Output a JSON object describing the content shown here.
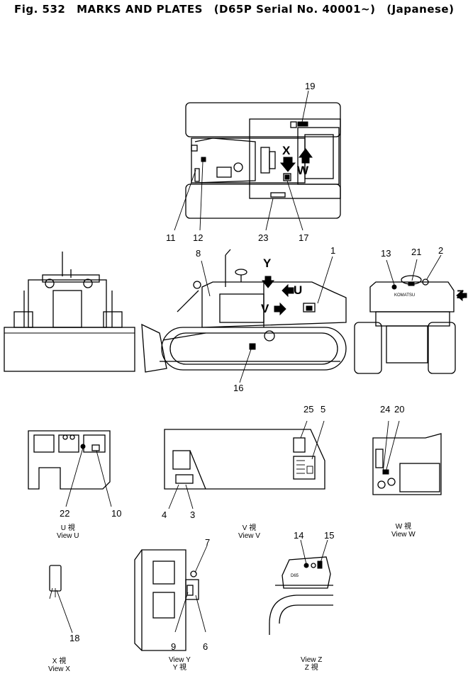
{
  "title": {
    "fig": "Fig. 532",
    "name": "MARKS AND PLATES",
    "serial": "(D65P Serial No. 40001~)",
    "lang": "(Japanese)"
  },
  "callouts": [
    "1",
    "2",
    "3",
    "4",
    "5",
    "6",
    "7",
    "8",
    "9",
    "10",
    "11",
    "12",
    "13",
    "14",
    "15",
    "16",
    "17",
    "18",
    "19",
    "20",
    "21",
    "22",
    "23",
    "24",
    "25"
  ],
  "view_letters": {
    "x": "X",
    "w": "W",
    "y": "Y",
    "v": "V",
    "u": "U",
    "z": "Z"
  },
  "captions": {
    "u": {
      "jp": "U 視",
      "en": "View U"
    },
    "v": {
      "jp": "V 視",
      "en": "View V"
    },
    "w": {
      "jp": "W 視",
      "en": "View W"
    },
    "x": {
      "jp": "X 視",
      "en": "View X"
    },
    "y": {
      "en": "View Y",
      "jp": "Y 視"
    },
    "z": {
      "en": "View Z",
      "jp": "Z 視"
    }
  },
  "plate_text": {
    "brand": "KOMATSU",
    "model": "D65"
  }
}
